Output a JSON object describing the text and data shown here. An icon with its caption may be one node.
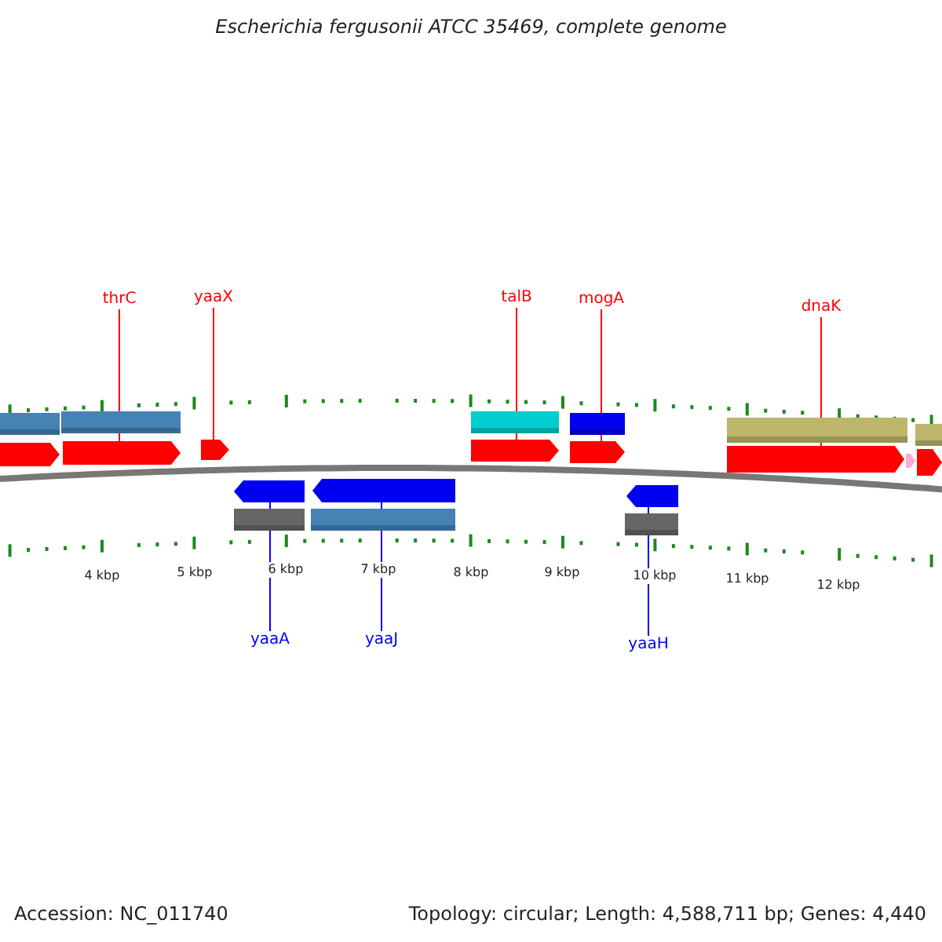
{
  "diagram": {
    "title": "Escherichia fergusonii ATCC 35469, complete genome",
    "nodes": [
      {
        "text": [
          "thrC"
        ]
      },
      {
        "text": [
          "yaaX"
        ]
      },
      {
        "text": [
          "talB"
        ]
      },
      {
        "text": [
          "mogA"
        ]
      },
      {
        "text": [
          "dnaK"
        ]
      },
      {
        "text": [],
        "shape": "bar"
      },
      {
        "text": [],
        "shape": "bar"
      },
      {
        "text": [],
        "shape": "bar"
      },
      {
        "text": [],
        "shape": "bar"
      },
      {
        "text": [],
        "shape": "bar"
      },
      {
        "text": [],
        "shape": "bar"
      },
      {
        "text": [],
        "shape": "arrow"
      },
      {
        "text": [],
        "shape": "arrow"
      },
      {
        "text": [],
        "shape": "arrow"
      },
      {
        "text": [],
        "shape": "arrow"
      },
      {
        "text": [],
        "shape": "arrow"
      },
      {
        "text": [],
        "shape": "arrow"
      },
      {
        "text": [],
        "shape": "arrow"
      },
      {
        "text": [],
        "shape": "arrow"
      },
      {
        "text": [],
        "shape": "arrow"
      },
      {
        "text": [],
        "shape": "arrow"
      },
      {
        "text": [],
        "shape": "arrow"
      },
      {
        "text": [],
        "shape": "bar"
      },
      {
        "text": [],
        "shape": "bar"
      },
      {
        "text": [],
        "shape": "bar"
      },
      {
        "text": [
          "yaaA"
        ]
      },
      {
        "text": [
          "yaaJ"
        ]
      },
      {
        "text": [
          "yaaH"
        ]
      }
    ],
    "edges": [
      {
        "from": 0,
        "to": 12,
        "arrow": "none"
      },
      {
        "from": 1,
        "to": 13,
        "arrow": "none"
      },
      {
        "from": 2,
        "to": 14,
        "arrow": "none"
      },
      {
        "from": 3,
        "to": 15,
        "arrow": "none"
      },
      {
        "from": 4,
        "to": 16,
        "arrow": "none"
      },
      {
        "from": 25,
        "to": 19,
        "arrow": "none",
        "color": "#0000ff"
      },
      {
        "from": 26,
        "to": 20,
        "arrow": "none",
        "color": "#0000ff"
      },
      {
        "from": 27,
        "to": 21,
        "arrow": "none",
        "color": "#0000ff"
      }
    ],
    "labels": [
      "4 kbp",
      "5 kbp",
      "6 kbp",
      "7 kbp",
      "8 kbp",
      "9 kbp",
      "10 kbp",
      "11 kbp",
      "12 kbp",
      "Accession: NC_011740",
      "Topology: circular; Length: 4,588,711 bp; Genes: 4,440"
    ]
  }
}
